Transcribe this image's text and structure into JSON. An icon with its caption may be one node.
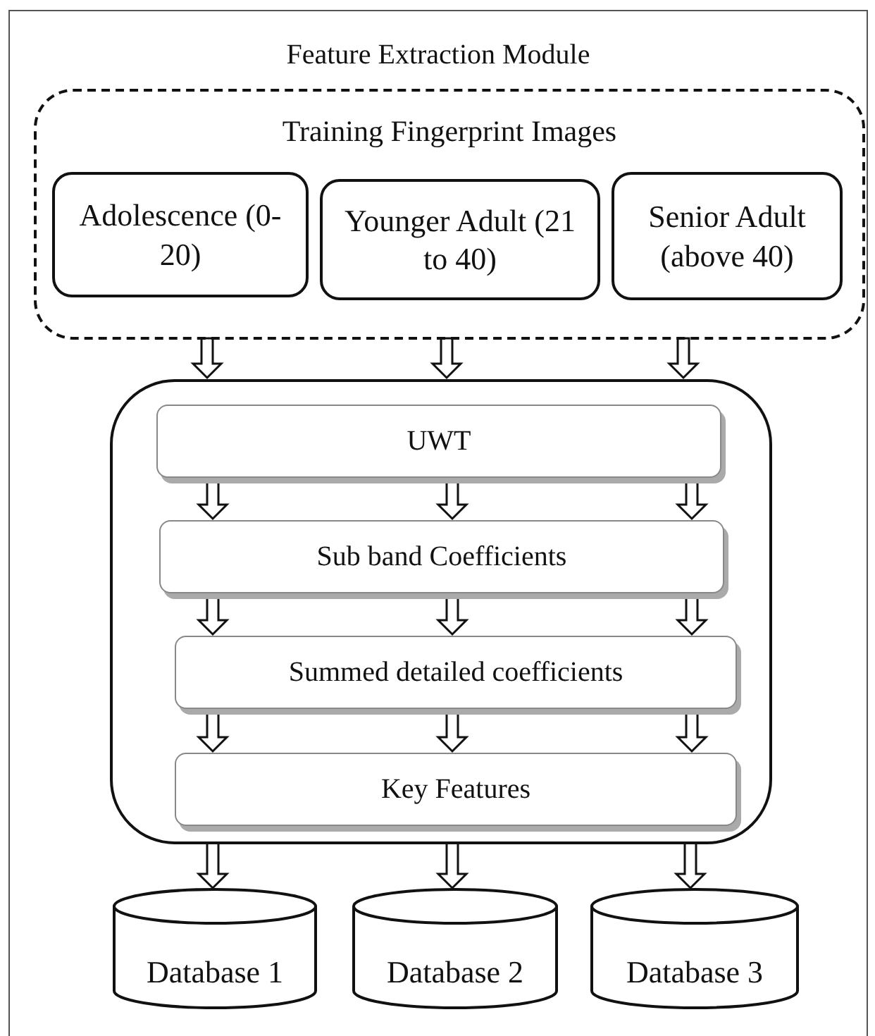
{
  "diagram": {
    "nodes": [
      {
        "text": [
          "Feature Extraction Module"
        ]
      },
      {
        "text": [
          "Training Fingerprint Images"
        ],
        "in": 0
      },
      {
        "text": [
          "Adolescence (0-20)"
        ],
        "in": 1
      },
      {
        "text": [
          "Younger Adult (21 to 40)"
        ],
        "in": 1
      },
      {
        "text": [
          "Senior Adult (above 40)"
        ],
        "in": 1
      },
      {
        "text": [],
        "shape": "box",
        "in": 0
      },
      {
        "text": [
          "UWT"
        ],
        "in": 5
      },
      {
        "text": [
          "Sub band Coefficients"
        ],
        "in": 5
      },
      {
        "text": [
          "Summed detailed coefficients"
        ],
        "in": 5
      },
      {
        "text": [
          "Key Features"
        ],
        "in": 5
      },
      {
        "text": [
          "Database 1"
        ],
        "in": 0
      },
      {
        "text": [
          "Database 2"
        ],
        "in": 0
      },
      {
        "text": [
          "Database 3"
        ],
        "in": 0
      }
    ],
    "edges": [
      {
        "from": 1,
        "to": 5,
        "arrow": "to"
      },
      {
        "from": 1,
        "to": 5,
        "arrow": "to"
      },
      {
        "from": 1,
        "to": 5,
        "arrow": "to"
      },
      {
        "from": 6,
        "to": 7,
        "arrow": "to"
      },
      {
        "from": 6,
        "to": 7,
        "arrow": "to"
      },
      {
        "from": 6,
        "to": 7,
        "arrow": "to"
      },
      {
        "from": 7,
        "to": 8,
        "arrow": "to"
      },
      {
        "from": 7,
        "to": 8,
        "arrow": "to"
      },
      {
        "from": 7,
        "to": 8,
        "arrow": "to"
      },
      {
        "from": 8,
        "to": 9,
        "arrow": "to"
      },
      {
        "from": 8,
        "to": 9,
        "arrow": "to"
      },
      {
        "from": 8,
        "to": 9,
        "arrow": "to"
      },
      {
        "from": 5,
        "to": 10,
        "arrow": "to"
      },
      {
        "from": 5,
        "to": 11,
        "arrow": "to"
      },
      {
        "from": 5,
        "to": 12,
        "arrow": "to"
      }
    ]
  }
}
